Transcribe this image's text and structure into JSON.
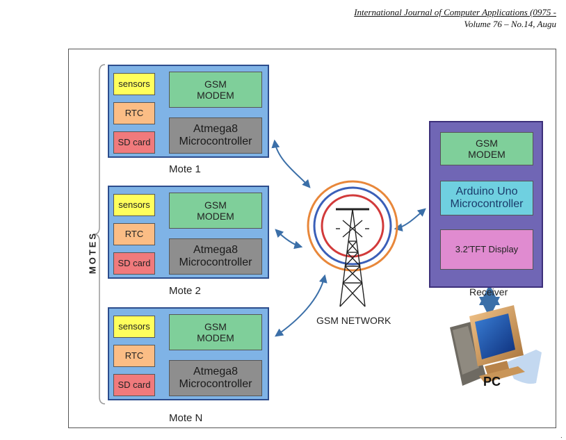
{
  "header": {
    "line1": "International Journal of Computer Applications (0975 -",
    "line2": "Volume 76 – No.14, Augu"
  },
  "figure": {
    "motes_label": "MOTES",
    "motes": [
      {
        "sensors": "sensors",
        "rtc": "RTC",
        "sd": "SD card",
        "gsm": "GSM\nMODEM",
        "mcu": "Atmega8\nMicrocontroller",
        "label": "Mote 1"
      },
      {
        "sensors": "sensors",
        "rtc": "RTC",
        "sd": "SD card",
        "gsm": "GSM\nMODEM",
        "mcu": "Atmega8\nMicrocontroller",
        "label": "Mote 2"
      },
      {
        "sensors": "sensors",
        "rtc": "RTC",
        "sd": "SD card",
        "gsm": "GSM\nMODEM",
        "mcu": "Atmega8\nMicrocontroller",
        "label": "Mote N"
      }
    ],
    "network_label": "GSM NETWORK",
    "receiver": {
      "gsm": "GSM\nMODEM",
      "arduino": "Arduino Uno\nMicrocontroller",
      "tft": "3.2'TFT Display",
      "label": "Receiver"
    },
    "pc_label": "PC"
  },
  "page_mark": "."
}
